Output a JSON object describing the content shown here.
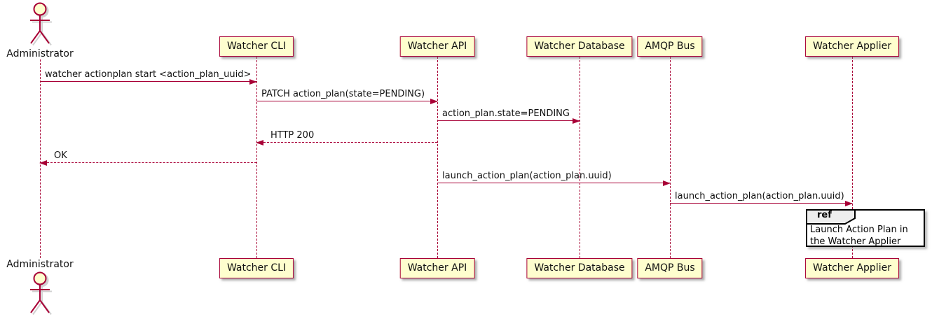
{
  "diagram": {
    "kind": "uml-sequence-diagram",
    "actor": {
      "name": "Administrator"
    },
    "participants": [
      {
        "name": "Watcher CLI"
      },
      {
        "name": "Watcher API"
      },
      {
        "name": "Watcher Database"
      },
      {
        "name": "AMQP Bus"
      },
      {
        "name": "Watcher Applier"
      }
    ],
    "messages": [
      {
        "label": "watcher actionplan start <action_plan_uuid>",
        "from": "Administrator",
        "to": "Watcher CLI",
        "style": "solid"
      },
      {
        "label": "PATCH action_plan(state=PENDING)",
        "from": "Watcher CLI",
        "to": "Watcher API",
        "style": "solid"
      },
      {
        "label": "action_plan.state=PENDING",
        "from": "Watcher API",
        "to": "Watcher Database",
        "style": "solid"
      },
      {
        "label": "HTTP 200",
        "from": "Watcher API",
        "to": "Watcher CLI",
        "style": "dashed"
      },
      {
        "label": "OK",
        "from": "Watcher CLI",
        "to": "Administrator",
        "style": "dashed"
      },
      {
        "label": "launch_action_plan(action_plan.uuid)",
        "from": "Watcher API",
        "to": "AMQP Bus",
        "style": "solid"
      },
      {
        "label": "launch_action_plan(action_plan.uuid)",
        "from": "AMQP Bus",
        "to": "Watcher Applier",
        "style": "solid"
      }
    ],
    "ref_fragment": {
      "tag": "ref",
      "text": "Launch Action Plan in the Watcher Applier",
      "over": "Watcher Applier"
    },
    "colors": {
      "accent": "#A80036",
      "participant_fill": "#FEFECE",
      "ref_border": "#000000",
      "ref_header_fill": "#EEEEEE",
      "shadow": "#6E6E6E"
    }
  }
}
